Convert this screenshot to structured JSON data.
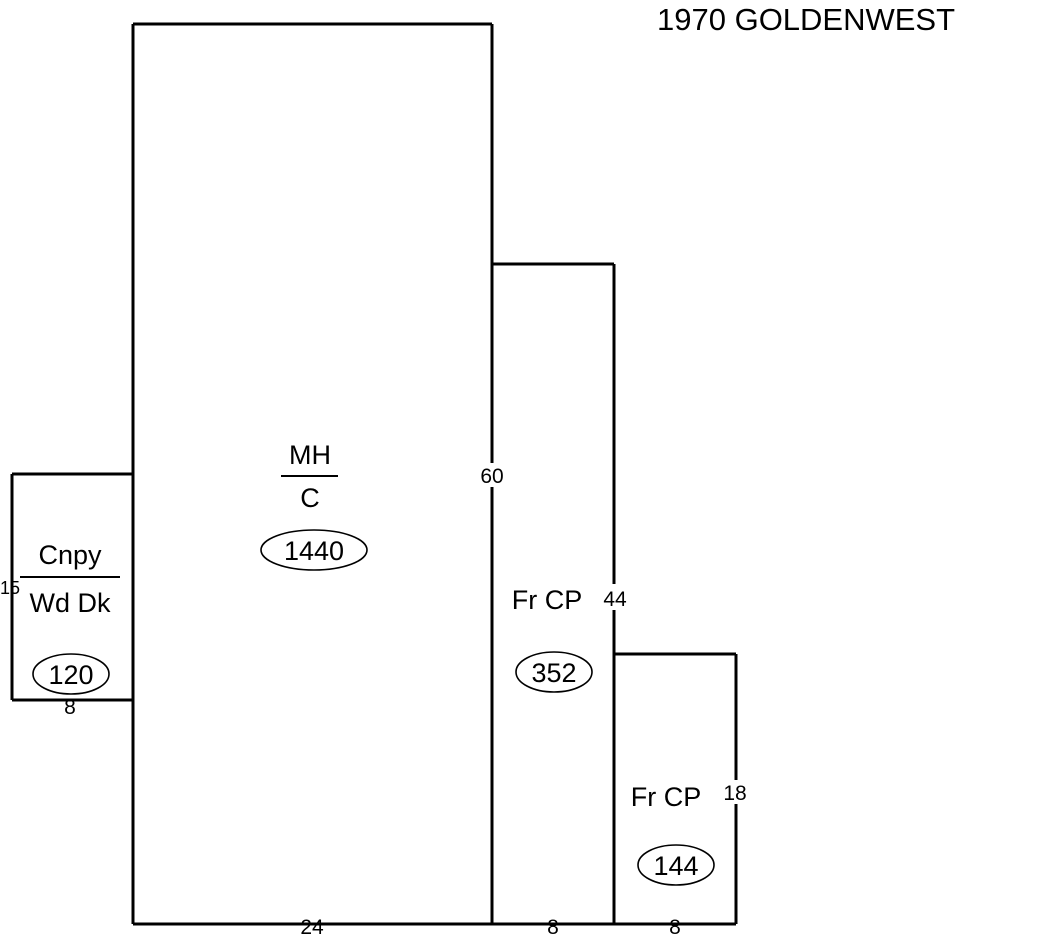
{
  "title": "1970 GOLDENWEST",
  "areas": {
    "main": {
      "label_top": "MH",
      "label_bottom": "C",
      "area": "1440"
    },
    "canopy": {
      "label_top": "Cnpy",
      "label_bottom": "Wd Dk",
      "area": "120",
      "side_dim": "15",
      "bottom_dim": "8"
    },
    "carport_1": {
      "label": "Fr CP",
      "side_dim": "44",
      "area": "352"
    },
    "carport_2": {
      "label": "Fr CP",
      "side_dim": "18",
      "area": "144"
    }
  },
  "dimensions": {
    "main_height": "60",
    "main_width": "24",
    "carport_1_width": "8",
    "carport_2_width": "8"
  }
}
